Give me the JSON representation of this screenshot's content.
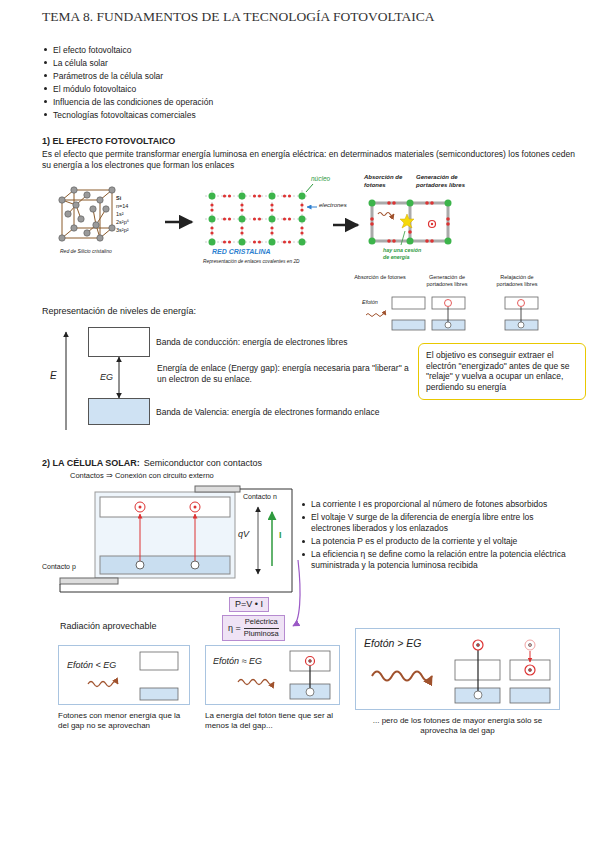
{
  "diagram": {
    "title": "TEMA 8. FUNDAMENTOS DE LA TECNOLOGÍA FOTOVOLTAICA",
    "nodes": [
      {
        "text": [
          "Banda de conducción: energía de electrones libres"
        ]
      },
      {
        "text": [
          "Banda de Valencia: energía de electrones formando enlace"
        ]
      },
      {
        "text": [
          "El objetivo es conseguir extraer el electrón \"energizado\" antes de que se \"relaje\" y vuelva a ocupar un enlace, perdiendo su energía"
        ]
      },
      {
        "text": [
          "P=V • I"
        ]
      },
      {
        "text": [
          "η =",
          "Peléctrica",
          "Pluminosa"
        ]
      },
      {
        "text": [
          "Efotón < EG"
        ]
      },
      {
        "text": [
          "Efotón ≈ EG"
        ]
      },
      {
        "text": [
          "Efotón > EG"
        ]
      }
    ],
    "edges": [
      {
        "from": 1,
        "to": 0,
        "arrow": "both",
        "label": "EG"
      }
    ],
    "labels": [
      "El efecto fotovoltaico",
      "La célula solar",
      "Parámetros de la célula solar",
      "El módulo fotovoltaico",
      "Influencia de las condiciones de operación",
      "Tecnologías fotovoltaicas comerciales",
      "1) EL EFECTO FOTOVOLTAICO",
      "Es el efecto que permite transformar energía luminosa en energía eléctrica: en determinados materiales (semiconductores) los fotones ceden su energía a los electrones que forman los enlaces",
      "Si",
      "n=14",
      "1s²",
      "2s²p⁶",
      "3s²p²",
      "Red de Silicio cristalino",
      "núcleo",
      "electrones",
      "RED CRISTALINA",
      "Representación de enlaces covalentes en 2D",
      "Absorción de fotones",
      "Generación de portadores libres",
      "hay una cesión de energía",
      "Absorción de fotones",
      "Generación de portadores libres",
      "Relajación de portadores libres",
      "Efotón",
      "Representación de niveles de energía:",
      "E",
      "Energía de enlace (Energy gap): energía necesaria para \"liberar\" a un electron de su enlace.",
      "2) LA CÉLULA SOLAR:",
      "Semiconductor con contactos",
      "Contactos ⇒ Conexión con circuito externo",
      "Contacto n",
      "Contacto p",
      "qV",
      "I",
      "La corriente I es proporcional al número de fotones absorbidos",
      "El voltaje V surge de la diferencia de energía libre entre los electrones liberados y los enlazados",
      "La potencia P es el producto de la corriente y el voltaje",
      "La eficiencia η se define como la relación entre la potencia eléctrica suministrada y la potencia luminosa recibida",
      "Radiación aprovechable",
      "Fotones con menor energía que la del gap no se aprovechan",
      "La energía del fotón tiene que ser al menos la del gap...",
      "... pero de los fotones de mayor energía sólo se aprovecha la del gap"
    ]
  }
}
